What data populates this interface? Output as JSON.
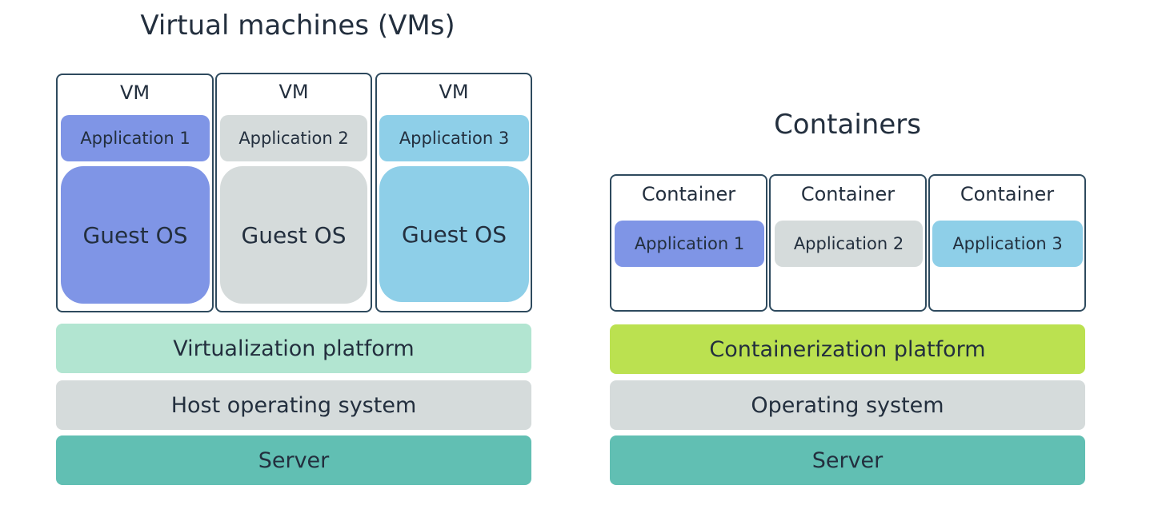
{
  "colors": {
    "app1": "#7f95e6",
    "app2": "#d5dbdb",
    "app3": "#8ecfe8",
    "virtualization_platform": "#b2e5d1",
    "containerization_platform": "#bbe150",
    "operating_system": "#d5dbdb",
    "server": "#61bfb3",
    "frame_border": "#2e4a5e",
    "text": "#232f3e"
  },
  "vms": {
    "title": "Virtual machines (VMs)",
    "units": [
      {
        "label": "VM",
        "app": "Application 1",
        "guest_os": "Guest OS"
      },
      {
        "label": "VM",
        "app": "Application 2",
        "guest_os": "Guest OS"
      },
      {
        "label": "VM",
        "app": "Application 3",
        "guest_os": "Guest OS"
      }
    ],
    "layers": [
      "Virtualization platform",
      "Host operating system",
      "Server"
    ]
  },
  "containers": {
    "title": "Containers",
    "units": [
      {
        "label": "Container",
        "app": "Application 1"
      },
      {
        "label": "Container",
        "app": "Application 2"
      },
      {
        "label": "Container",
        "app": "Application 3"
      }
    ],
    "layers": [
      "Containerization platform",
      "Operating system",
      "Server"
    ]
  }
}
